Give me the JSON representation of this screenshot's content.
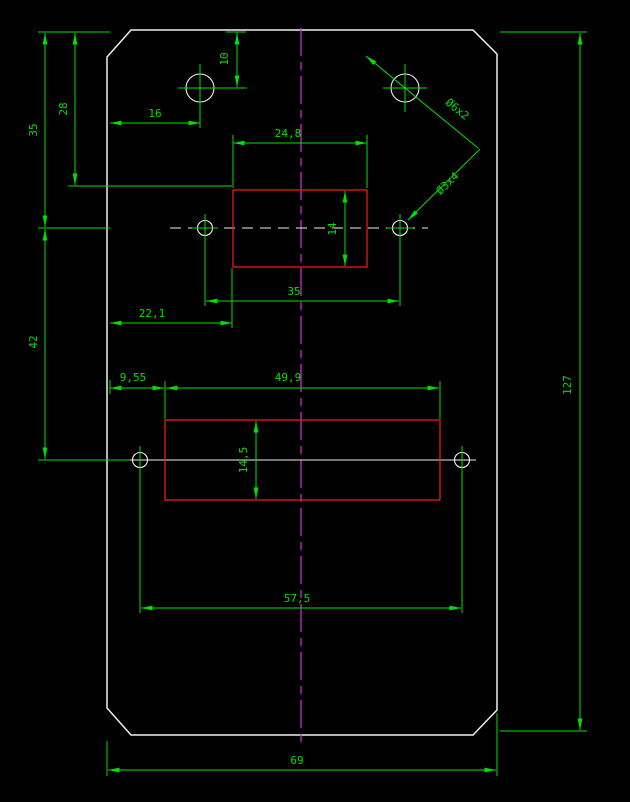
{
  "colors": {
    "background": "#000000",
    "outline": "#f0f0f0",
    "dimension": "#00e000",
    "feature": "#ff1a1a",
    "centerline": "#cd2bcd"
  },
  "dims": {
    "left35": "35",
    "left28": "28",
    "left42": "42",
    "right127": "127",
    "top10": "10",
    "top16": "16",
    "top248": "24,8",
    "mid14": "14",
    "mid35": "35",
    "mid221": "22,1",
    "low955": "9,55",
    "low499": "49,9",
    "low145": "14,5",
    "low575": "57,5",
    "bottom69": "69",
    "leader_d6": "Ø6x2",
    "leader_d3": "Ø3x4"
  }
}
